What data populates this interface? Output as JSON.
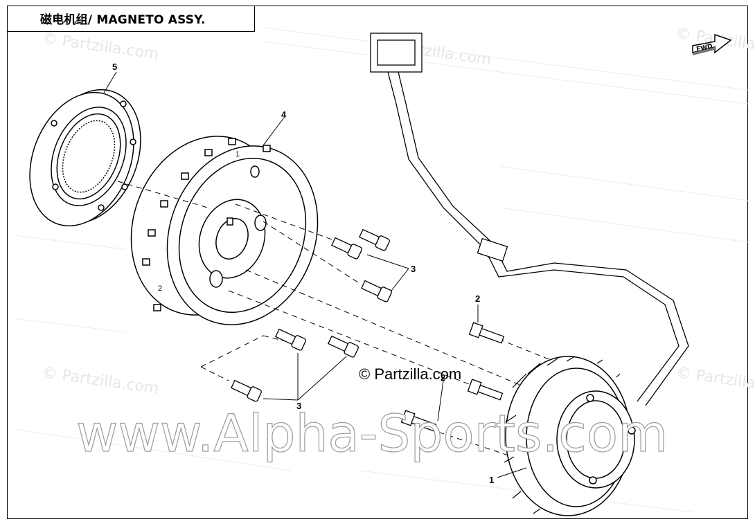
{
  "diagram": {
    "title": "磁电机组/ MAGNETO ASSY.",
    "direction_label": "FWD",
    "callouts": {
      "stator": "1",
      "stator_bolt_upper": "2",
      "stator_bolt_lower": "2",
      "flywheel_bolts_right": "3",
      "flywheel_bolts_bottom": "3",
      "flywheel": "4",
      "starter_clutch": "5"
    },
    "flywheel_marks": {
      "mark_1": "1",
      "mark_2": "2"
    },
    "copyright": "© Partzilla.com",
    "watermark_main": "www.Alpha-Sports.com",
    "watermark_repeat": "© Partzilla.com"
  }
}
